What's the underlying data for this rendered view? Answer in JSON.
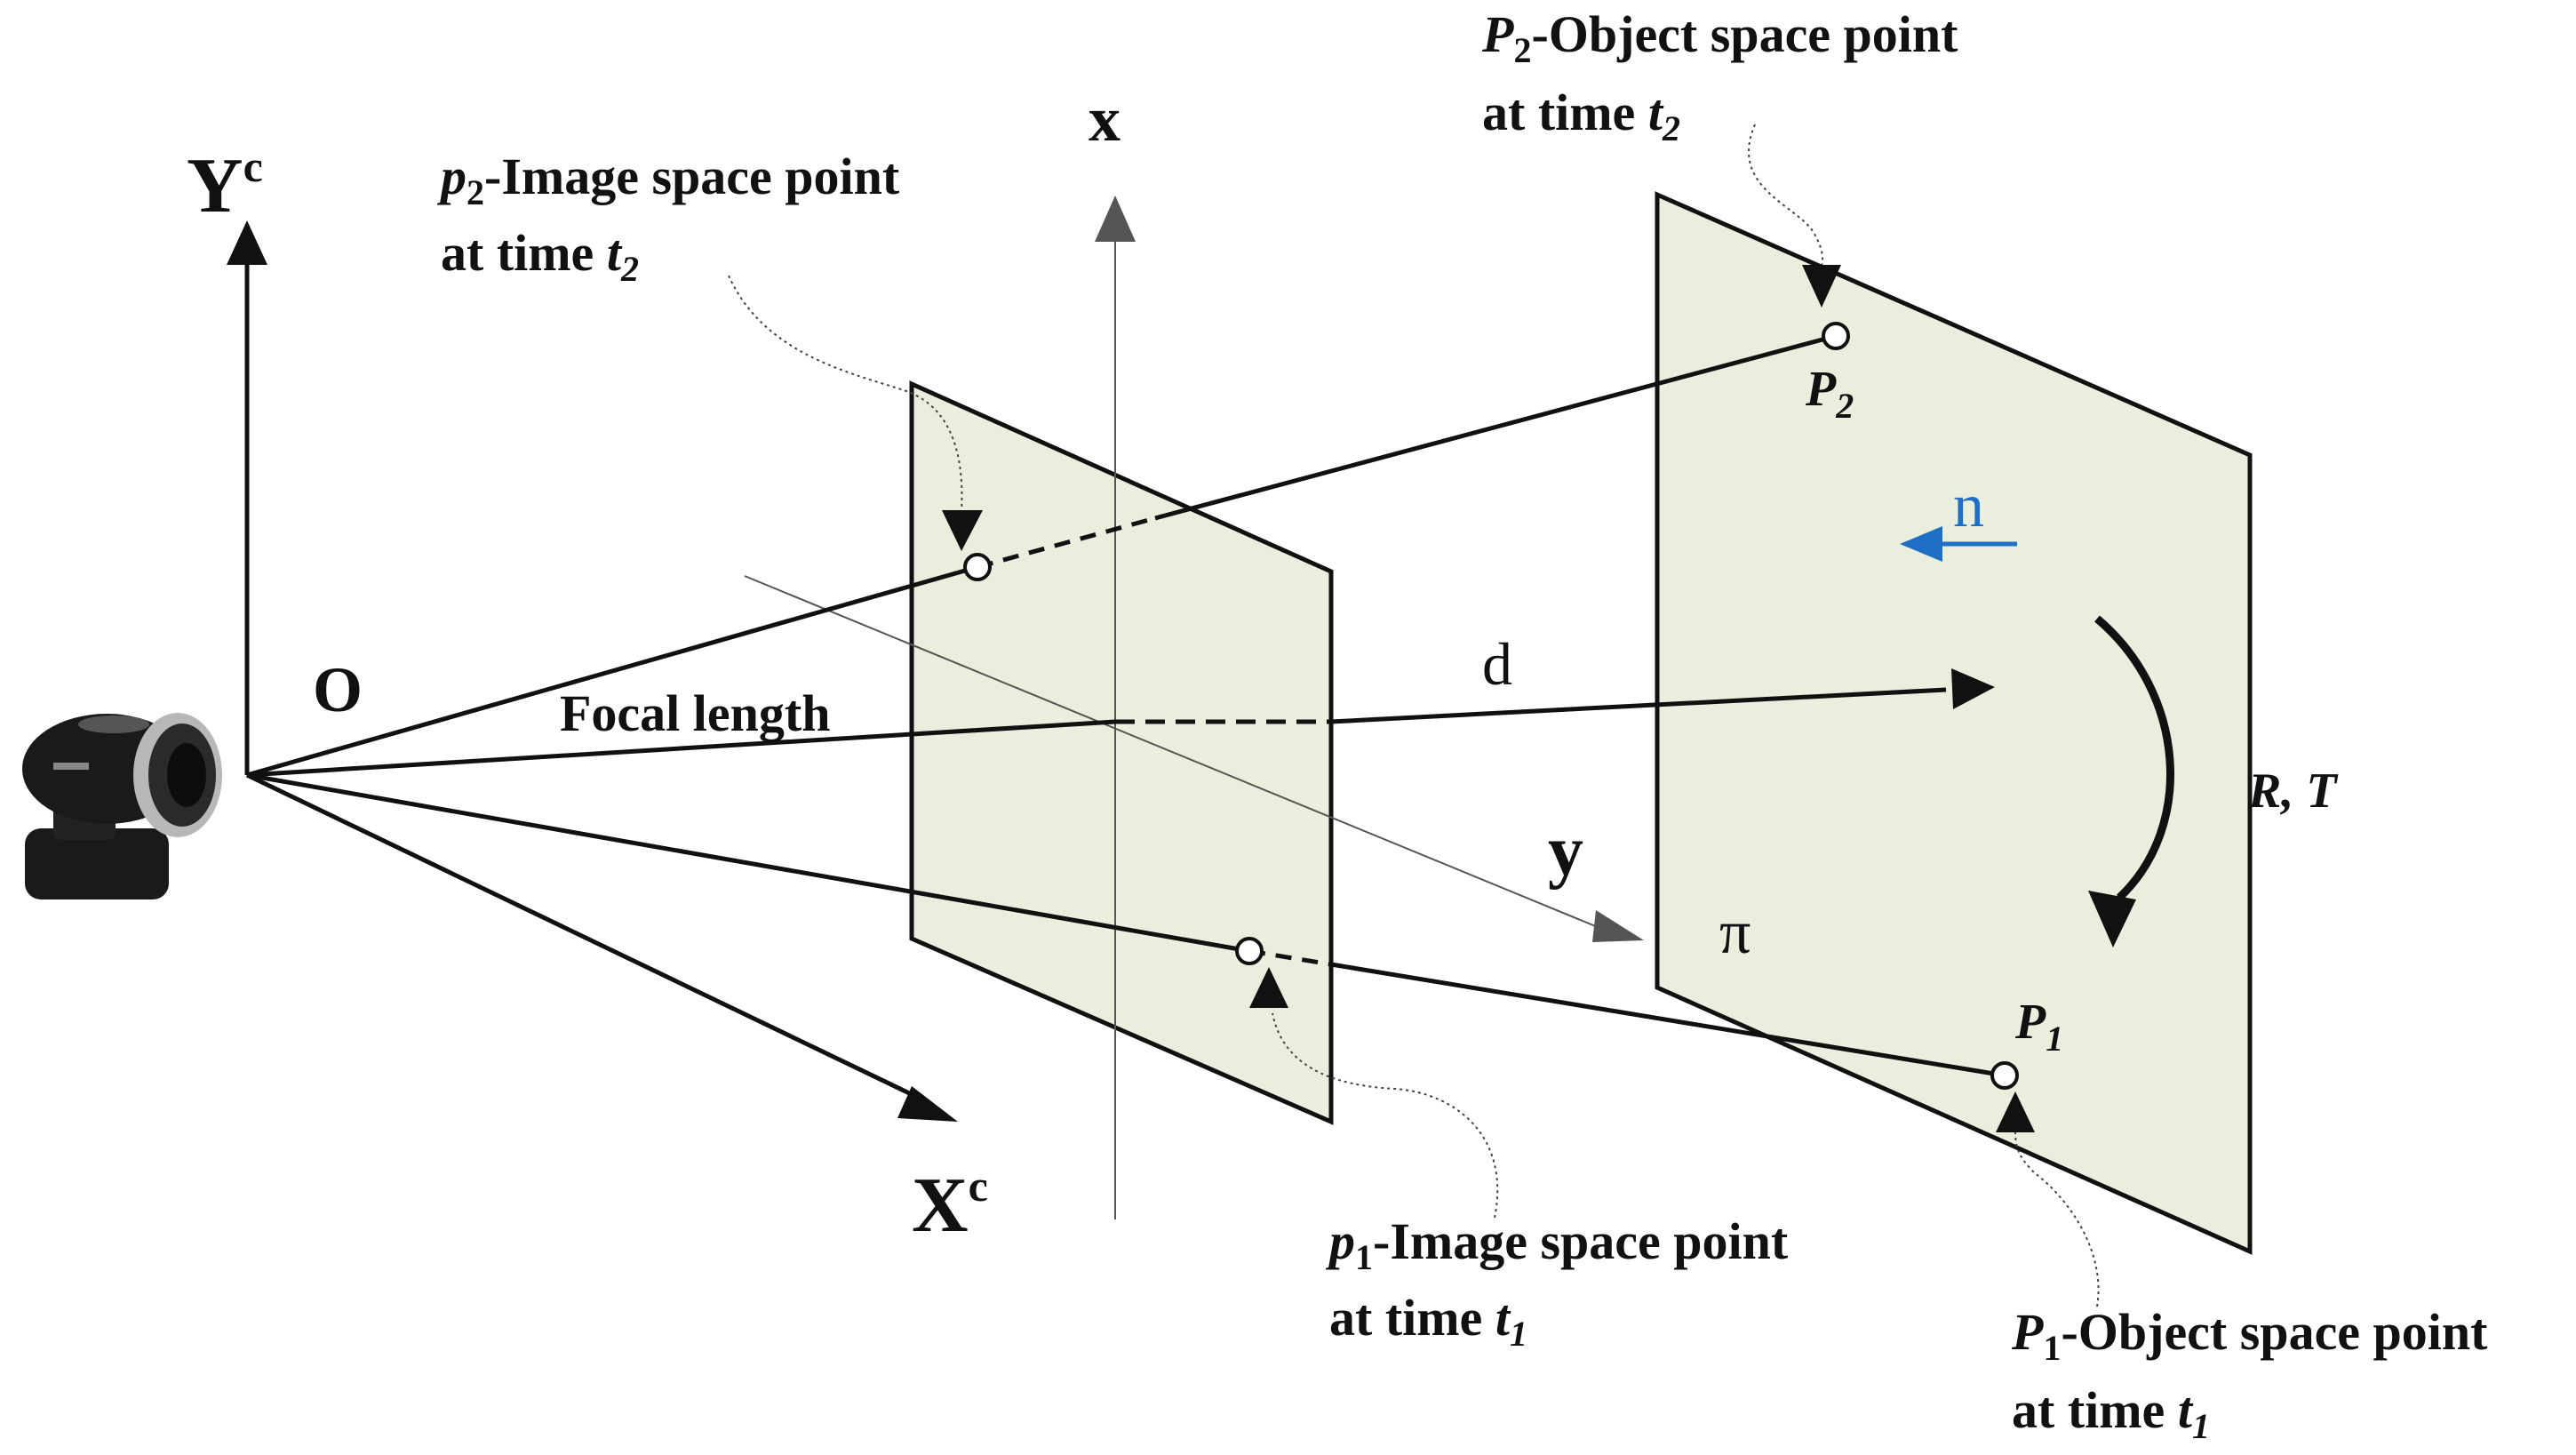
{
  "axes": {
    "camera_y": {
      "label": "Y",
      "sup": "c"
    },
    "camera_x": {
      "label": "X",
      "sup": "c"
    },
    "image_x": "x",
    "image_y": "y"
  },
  "origin_label": "O",
  "focal_length_label": "Focal length",
  "distance_label": "d",
  "normal_label": "n",
  "plane_label": "π",
  "motion_label": "R, T",
  "points": {
    "P2": {
      "name": "P",
      "sub": "2"
    },
    "P1": {
      "name": "P",
      "sub": "1"
    }
  },
  "annotations": {
    "p2_image": {
      "sym": "p",
      "sub": "2",
      "text": "-Image space point",
      "time_prefix": "at time ",
      "t": "t",
      "t_sub": "2"
    },
    "p1_image": {
      "sym": "p",
      "sub": "1",
      "text": "-Image space point",
      "time_prefix": "at time ",
      "t": "t",
      "t_sub": "1"
    },
    "P2_object": {
      "sym": "P",
      "sub": "2",
      "text": "-Object space point",
      "time_prefix": "at time ",
      "t": "t",
      "t_sub": "2"
    },
    "P1_object": {
      "sym": "P",
      "sub": "1",
      "text": "-Object space point",
      "time_prefix": "at time ",
      "t": "t",
      "t_sub": "1"
    }
  },
  "colors": {
    "plane_fill": "#E9EFDC",
    "line": "#111111",
    "normal_arrow": "#1F6FC5",
    "camera_body": "#1A1A1A",
    "camera_ring": "#B8B8B8"
  },
  "icons": {
    "camera": "webcam-icon"
  }
}
